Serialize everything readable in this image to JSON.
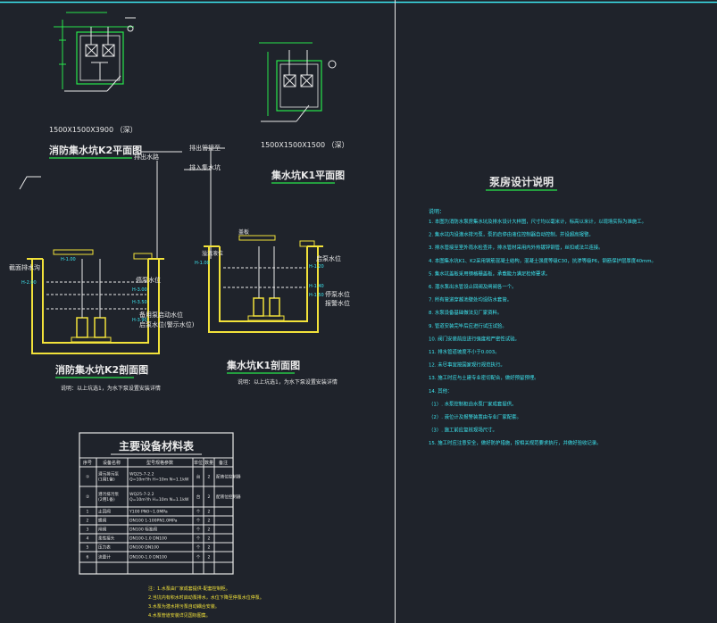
{
  "colors": {
    "background": "#1f232b",
    "frame": "#3de6f0",
    "text_white": "#e8e8e8",
    "text_cyan": "#3de6f0",
    "structure_yellow": "#f2e23a",
    "dimension_green": "#27e64b"
  },
  "plan_k2": {
    "size_note": "1500X1500X3900 （深）",
    "title": "消防集水坑K2平面图"
  },
  "plan_k1": {
    "size_note": "1500X1500X1500 （深）",
    "title": "集水坑K1平面图"
  },
  "section_k2": {
    "title": "消防集水坑K2剖面图",
    "note": "说明：以上坑选1，为水下泵设置安装详情",
    "labels": [
      "截面排水沟",
      "排出水路",
      "停泵水位",
      "备用泵启动水位",
      "启泵水位(警示水位)"
    ],
    "levels": [
      "H-1.00",
      "H-2.00",
      "H-3.00",
      "H-3.50",
      "H-3.90"
    ]
  },
  "section_k1": {
    "title": "集水坑K1剖面图",
    "note": "说明：以上坑选1，为水下泵设置安装详情",
    "labels": [
      "排出管接至",
      "排入集水坑",
      "盖板",
      "溢流液位",
      "启泵水位",
      "停泵水位",
      "报警水位"
    ],
    "levels": [
      "H-1.00",
      "H-1.20",
      "H-1.40",
      "H-1.50"
    ]
  },
  "materials_table": {
    "title": "主要设备材料表",
    "headers": [
      "序号",
      "设备名称",
      "型号规格参数",
      "单位",
      "数量",
      "备注"
    ],
    "rows": [
      [
        "①",
        "潜污排污泵\n(1用1备)",
        "WQ25-7-2.2\nQ=10m³/h H=10m N=1.1kW",
        "台",
        "2",
        "配液位控制器"
      ],
      [
        "②",
        "潜污排污泵\n(2用1备)",
        "WQ25-7-2.2\nQ=10m³/h H=10m N=1.1kW",
        "台",
        "2",
        "配液位控制器"
      ],
      [
        "1",
        "止回阀",
        "Y100 PN0~1.0MPa",
        "个",
        "2",
        ""
      ],
      [
        "2",
        "蝶阀",
        "DN100 1-100PN1.0MPa",
        "个",
        "2",
        ""
      ],
      [
        "3",
        "闸阀",
        "DN100 标准阀",
        "个",
        "2",
        ""
      ],
      [
        "4",
        "柔性接头",
        "DN100-1.0 DN100",
        "个",
        "2",
        ""
      ],
      [
        "5",
        "压力表",
        "DN100 DN100",
        "个",
        "2",
        ""
      ],
      [
        "6",
        "流量计",
        "DN100-1.0 DN100",
        "个",
        "2",
        ""
      ]
    ],
    "notes": [
      "注：1.水泵由厂家成套提供-配套控制柜。",
      "2.当坑内有积水时启动泵排水，水位下降至停泵水位停泵。",
      "3.水泵为潜水排污泵自动耦合安装。",
      "4.水泵管道安装详见国标图集。"
    ]
  },
  "design_notes": {
    "title": "泵房设计说明",
    "intro": "说明：",
    "items": [
      "1. 本图为消防水泵房集水坑及排水设计大样图，尺寸均以毫米计，标高以米计，以现场实际为准施工。",
      "2. 集水坑内设潜水排污泵，泵的启停由液位控制器自动控制，并设超高报警。",
      "3. 排水管接至室外雨水检查井，排水管材采用内外热镀锌钢管，丝扣或法兰连接。",
      "4. 本图集水坑K1、K2采用钢筋混凝土结构，混凝土强度等级C30，抗渗等级P6，钢筋保护层厚度40mm。",
      "5. 集水坑盖板采用钢格栅盖板，承载能力满足检修要求。",
      "6. 潜水泵出水管设止回阀及闸阀各一个。",
      "7. 所有管道穿越池壁处均设防水套管。",
      "8. 水泵设备基础做法见厂家资料。",
      "9. 管道安装完毕后应进行试压试验。",
      "10. 阀门安装前应进行强度和严密性试验。",
      "11. 排水管道坡度不小于0.003。",
      "12. 未尽事宜按国家现行规范执行。",
      "13. 施工时应与土建专业密切配合，做好预留预埋。",
      "14. 其他：",
      "（1）. 水泵控制柜由水泵厂家成套提供。",
      "（2）. 液位计及报警装置由专业厂家配套。",
      "（3）. 施工前应复核现场尺寸。",
      "15. 施工时应注意安全，做好防护措施，按相关规范要求执行，并做好验收记录。"
    ]
  }
}
